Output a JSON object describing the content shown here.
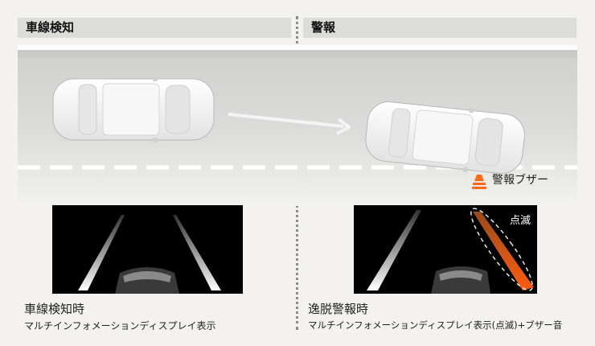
{
  "left_panel": {
    "header": "車線検知",
    "caption_title": "車線検知時",
    "caption_sub": "マルチインフォメーションディスプレイ表示"
  },
  "right_panel": {
    "header": "警報",
    "buzzer_label": "警報ブザー",
    "blink_label": "点滅",
    "caption_title": "逸脱警報時",
    "caption_sub": "マルチインフォメーションディスプレイ表示(点滅)+ブザー音"
  },
  "colors": {
    "alert_orange": "#ff6a1a",
    "road": "#d5d5d3",
    "screen_bg": "#000000"
  }
}
